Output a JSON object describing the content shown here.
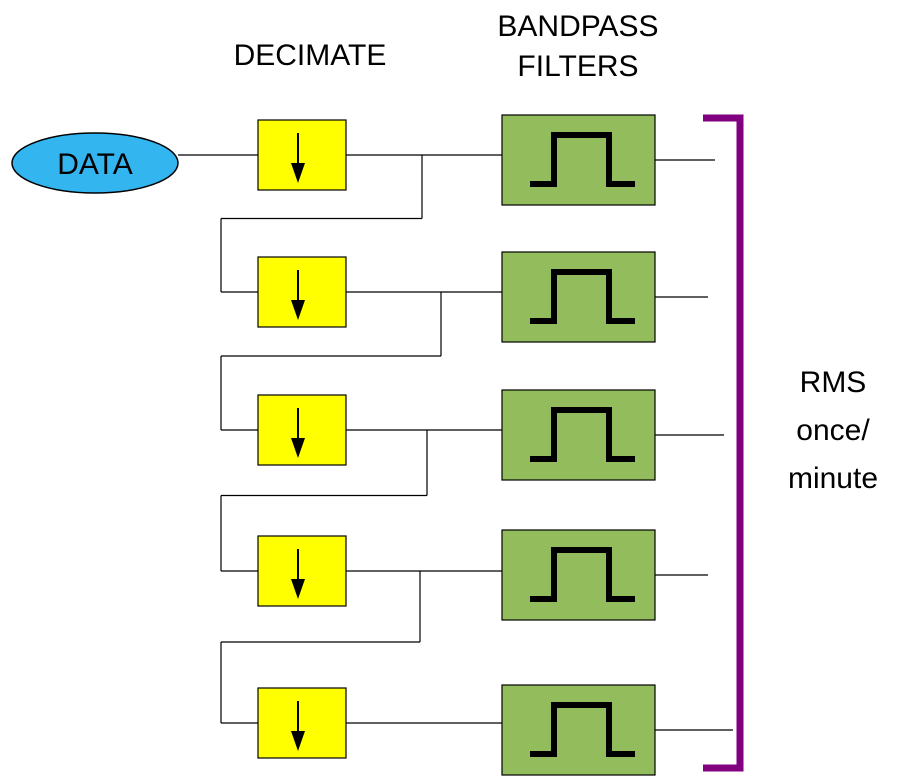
{
  "labels": {
    "decimate": "DECIMATE",
    "bandpass_line1": "BANDPASS",
    "bandpass_line2": "FILTERS",
    "data": "DATA",
    "rms_line1": "RMS",
    "rms_line2": "once/",
    "rms_line3": "minute"
  },
  "colors": {
    "data_fill": "#33b5f0",
    "decimate_fill": "#ffff00",
    "filter_fill": "#93bd5c",
    "bracket": "#800080",
    "line": "#000000"
  },
  "stages": 5,
  "icons": {
    "decimate": "down-arrow-icon",
    "filter": "bandpass-pulse-icon"
  }
}
